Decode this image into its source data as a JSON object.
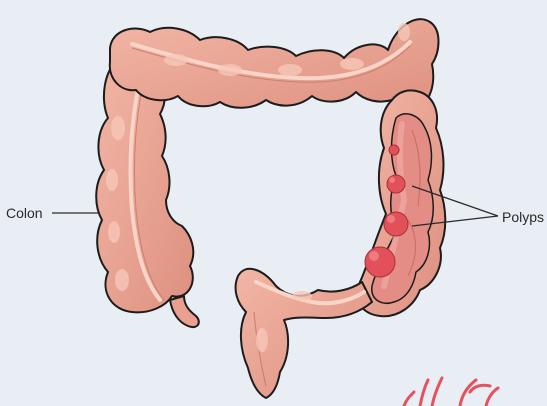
{
  "labels": {
    "colon": "Colon",
    "polyps": "Polyps"
  },
  "colors": {
    "background": "#e8eef3",
    "colon_fill": "#e9a08f",
    "colon_highlight": "#f6c7b8",
    "colon_shadow": "#cf7f70",
    "outline": "#1c1c1c",
    "interior": "#e48c86",
    "polyp": "#e2505a",
    "vessel": "#e9505e"
  },
  "polyp_count": 4
}
